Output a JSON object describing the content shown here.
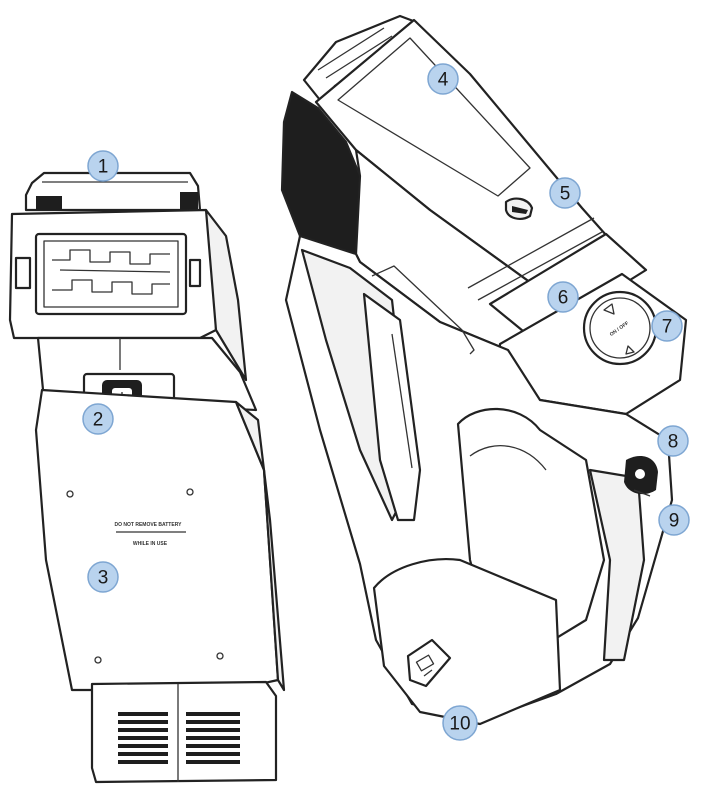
{
  "figure": {
    "left_device": {
      "name": "rear view with battery compartment"
    },
    "right_device": {
      "name": "side view of handheld unit"
    },
    "label_text": {
      "line1": "DO NOT REMOVE BATTERY",
      "line2": "WHILE IN USE"
    },
    "button_text": "ON / OFF"
  },
  "callouts": [
    {
      "id": "1",
      "label": "1"
    },
    {
      "id": "2",
      "label": "2"
    },
    {
      "id": "3",
      "label": "3"
    },
    {
      "id": "4",
      "label": "4"
    },
    {
      "id": "5",
      "label": "5"
    },
    {
      "id": "6",
      "label": "6"
    },
    {
      "id": "7",
      "label": "7"
    },
    {
      "id": "8",
      "label": "8"
    },
    {
      "id": "9",
      "label": "9"
    },
    {
      "id": "10",
      "label": "10"
    }
  ]
}
